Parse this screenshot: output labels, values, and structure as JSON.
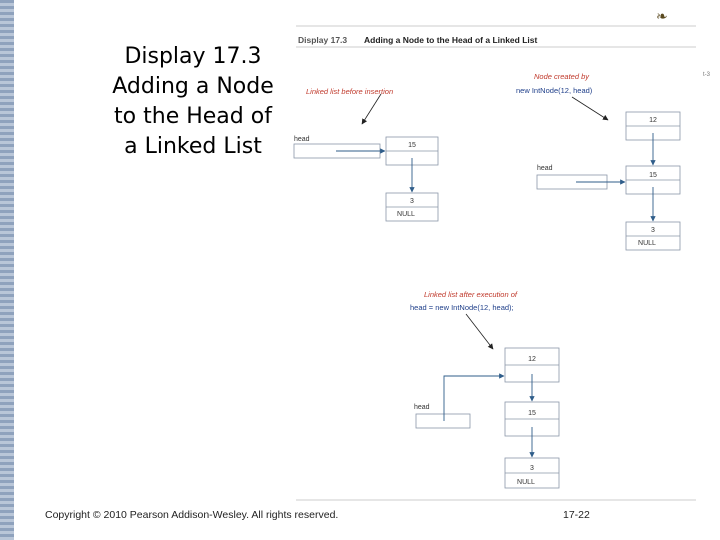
{
  "slide": {
    "title_lines": [
      "Display 17.3",
      "Adding a Node",
      "to the Head of",
      "a Linked List"
    ],
    "copyright": "Copyright © 2010 Pearson Addison-Wesley. All rights reserved.",
    "slide_number": "17-22"
  },
  "figure": {
    "display_label": "Display 17.3",
    "display_title": "Adding a Node to the Head of a Linked List",
    "side_mark": "t-3",
    "before": {
      "caption": "Linked list before insertion",
      "head_label": "head",
      "nodes": [
        "15",
        "3"
      ],
      "null_label": "NULL"
    },
    "created": {
      "caption": "Node created by",
      "code": "new IntNode(12, head)",
      "head_label": "head",
      "nodes": [
        "12",
        "15",
        "3"
      ],
      "null_label": "NULL"
    },
    "after": {
      "caption": "Linked list after execution of",
      "code": "head = new IntNode(12, head);",
      "head_label": "head",
      "nodes": [
        "12",
        "15",
        "3"
      ],
      "null_label": "NULL"
    }
  },
  "colors": {
    "caption_red": "#c0392b",
    "code_blue": "#1f3f8a",
    "box_border": "#8a96a8",
    "arrow_blue": "#2f5d8a"
  }
}
